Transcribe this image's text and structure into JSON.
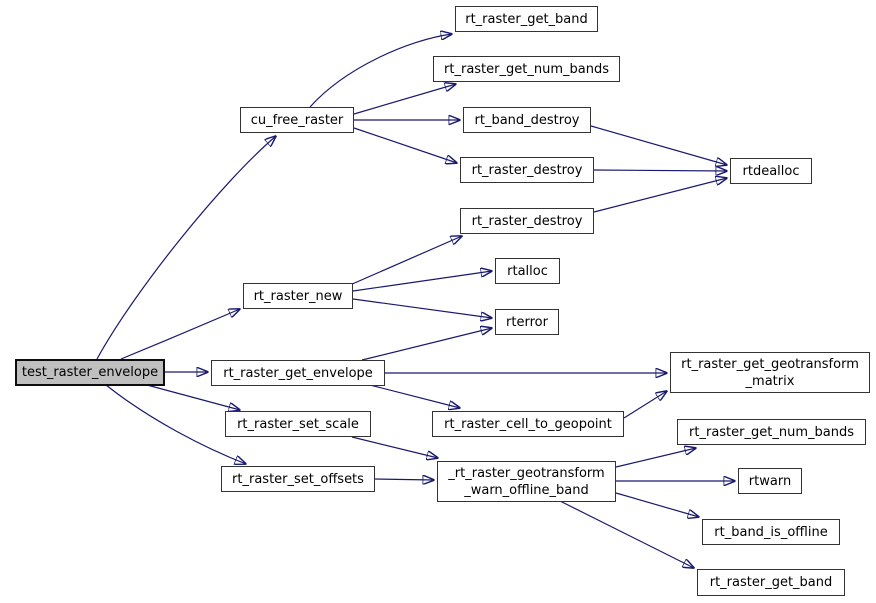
{
  "diagram": {
    "kind": "function-call-graph",
    "root_function": "test_raster_envelope",
    "colors": {
      "edge": "#191970",
      "node_fill": "#ffffff",
      "node_border": "#333333",
      "root_fill": "#bfbfbf"
    },
    "nodes": [
      {
        "id": "test_raster_envelope",
        "label": "test_raster_envelope",
        "root": true
      },
      {
        "id": "cu_free_raster",
        "label": "cu_free_raster"
      },
      {
        "id": "rt_raster_get_band_1",
        "label": "rt_raster_get_band"
      },
      {
        "id": "rt_raster_get_num_bands_1",
        "label": "rt_raster_get_num_bands"
      },
      {
        "id": "rt_band_destroy",
        "label": "rt_band_destroy"
      },
      {
        "id": "rt_raster_destroy_1",
        "label": "rt_raster_destroy"
      },
      {
        "id": "rtdealloc",
        "label": "rtdealloc"
      },
      {
        "id": "rt_raster_destroy_2",
        "label": "rt_raster_destroy"
      },
      {
        "id": "rt_raster_new",
        "label": "rt_raster_new"
      },
      {
        "id": "rtalloc",
        "label": "rtalloc"
      },
      {
        "id": "rterror",
        "label": "rterror"
      },
      {
        "id": "rt_raster_get_envelope",
        "label": "rt_raster_get_envelope"
      },
      {
        "id": "rt_raster_get_geotransform_matrix",
        "label": "rt_raster_get_geotransform\n_matrix"
      },
      {
        "id": "rt_raster_set_scale",
        "label": "rt_raster_set_scale"
      },
      {
        "id": "rt_raster_cell_to_geopoint",
        "label": "rt_raster_cell_to_geopoint"
      },
      {
        "id": "rt_raster_get_num_bands_2",
        "label": "rt_raster_get_num_bands"
      },
      {
        "id": "rt_raster_set_offsets",
        "label": "rt_raster_set_offsets"
      },
      {
        "id": "_rt_raster_geotransform_warn_offline_band",
        "label": "_rt_raster_geotransform\n_warn_offline_band"
      },
      {
        "id": "rtwarn",
        "label": "rtwarn"
      },
      {
        "id": "rt_band_is_offline",
        "label": "rt_band_is_offline"
      },
      {
        "id": "rt_raster_get_band_2",
        "label": "rt_raster_get_band"
      }
    ],
    "edges": [
      {
        "from": "test_raster_envelope",
        "to": "cu_free_raster"
      },
      {
        "from": "test_raster_envelope",
        "to": "rt_raster_new"
      },
      {
        "from": "test_raster_envelope",
        "to": "rt_raster_get_envelope"
      },
      {
        "from": "test_raster_envelope",
        "to": "rt_raster_set_scale"
      },
      {
        "from": "test_raster_envelope",
        "to": "rt_raster_set_offsets"
      },
      {
        "from": "cu_free_raster",
        "to": "rt_raster_get_band_1"
      },
      {
        "from": "cu_free_raster",
        "to": "rt_raster_get_num_bands_1"
      },
      {
        "from": "cu_free_raster",
        "to": "rt_band_destroy"
      },
      {
        "from": "cu_free_raster",
        "to": "rt_raster_destroy_1"
      },
      {
        "from": "rt_band_destroy",
        "to": "rtdealloc"
      },
      {
        "from": "rt_raster_destroy_1",
        "to": "rtdealloc"
      },
      {
        "from": "rt_raster_destroy_2",
        "to": "rtdealloc"
      },
      {
        "from": "rt_raster_new",
        "to": "rt_raster_destroy_2"
      },
      {
        "from": "rt_raster_new",
        "to": "rtalloc"
      },
      {
        "from": "rt_raster_new",
        "to": "rterror"
      },
      {
        "from": "rt_raster_get_envelope",
        "to": "rterror"
      },
      {
        "from": "rt_raster_get_envelope",
        "to": "rt_raster_get_geotransform_matrix"
      },
      {
        "from": "rt_raster_get_envelope",
        "to": "rt_raster_cell_to_geopoint"
      },
      {
        "from": "rt_raster_cell_to_geopoint",
        "to": "rt_raster_get_geotransform_matrix"
      },
      {
        "from": "rt_raster_set_scale",
        "to": "_rt_raster_geotransform_warn_offline_band"
      },
      {
        "from": "rt_raster_set_offsets",
        "to": "_rt_raster_geotransform_warn_offline_band"
      },
      {
        "from": "_rt_raster_geotransform_warn_offline_band",
        "to": "rt_raster_get_num_bands_2"
      },
      {
        "from": "_rt_raster_geotransform_warn_offline_band",
        "to": "rtwarn"
      },
      {
        "from": "_rt_raster_geotransform_warn_offline_band",
        "to": "rt_band_is_offline"
      },
      {
        "from": "_rt_raster_geotransform_warn_offline_band",
        "to": "rt_raster_get_band_2"
      }
    ]
  }
}
